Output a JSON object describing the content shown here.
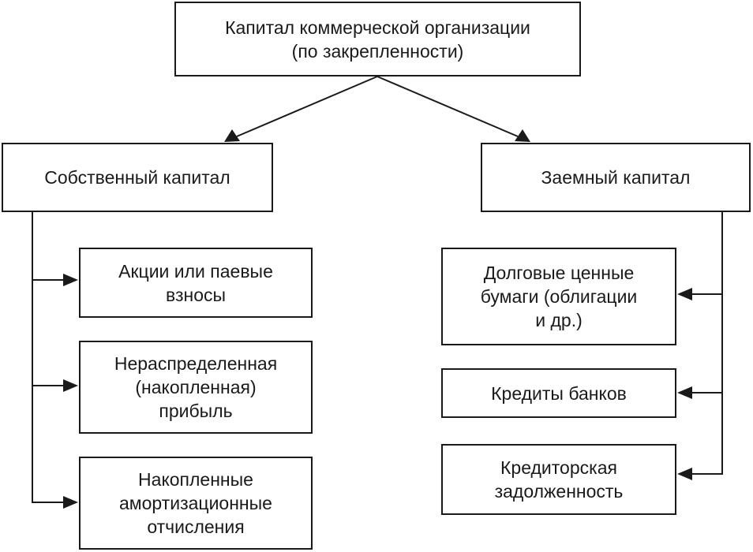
{
  "root": {
    "line1": "Капитал коммерческой организации",
    "line2": "(по закрепленности)"
  },
  "own_capital": {
    "label": "Собственный капитал",
    "items": [
      {
        "lines": [
          "Акции или паевые",
          "взносы"
        ]
      },
      {
        "lines": [
          "Нераспределенная",
          "(накопленная)",
          "прибыль"
        ]
      },
      {
        "lines": [
          "Накопленные",
          "амортизационные",
          "отчисления"
        ]
      }
    ]
  },
  "borrowed_capital": {
    "label": "Заемный капитал",
    "items": [
      {
        "lines": [
          "Долговые ценные",
          "бумаги (облигации",
          "и др.)"
        ]
      },
      {
        "lines": [
          "Кредиты банков"
        ]
      },
      {
        "lines": [
          "Кредиторская",
          "задолженность"
        ]
      }
    ]
  }
}
